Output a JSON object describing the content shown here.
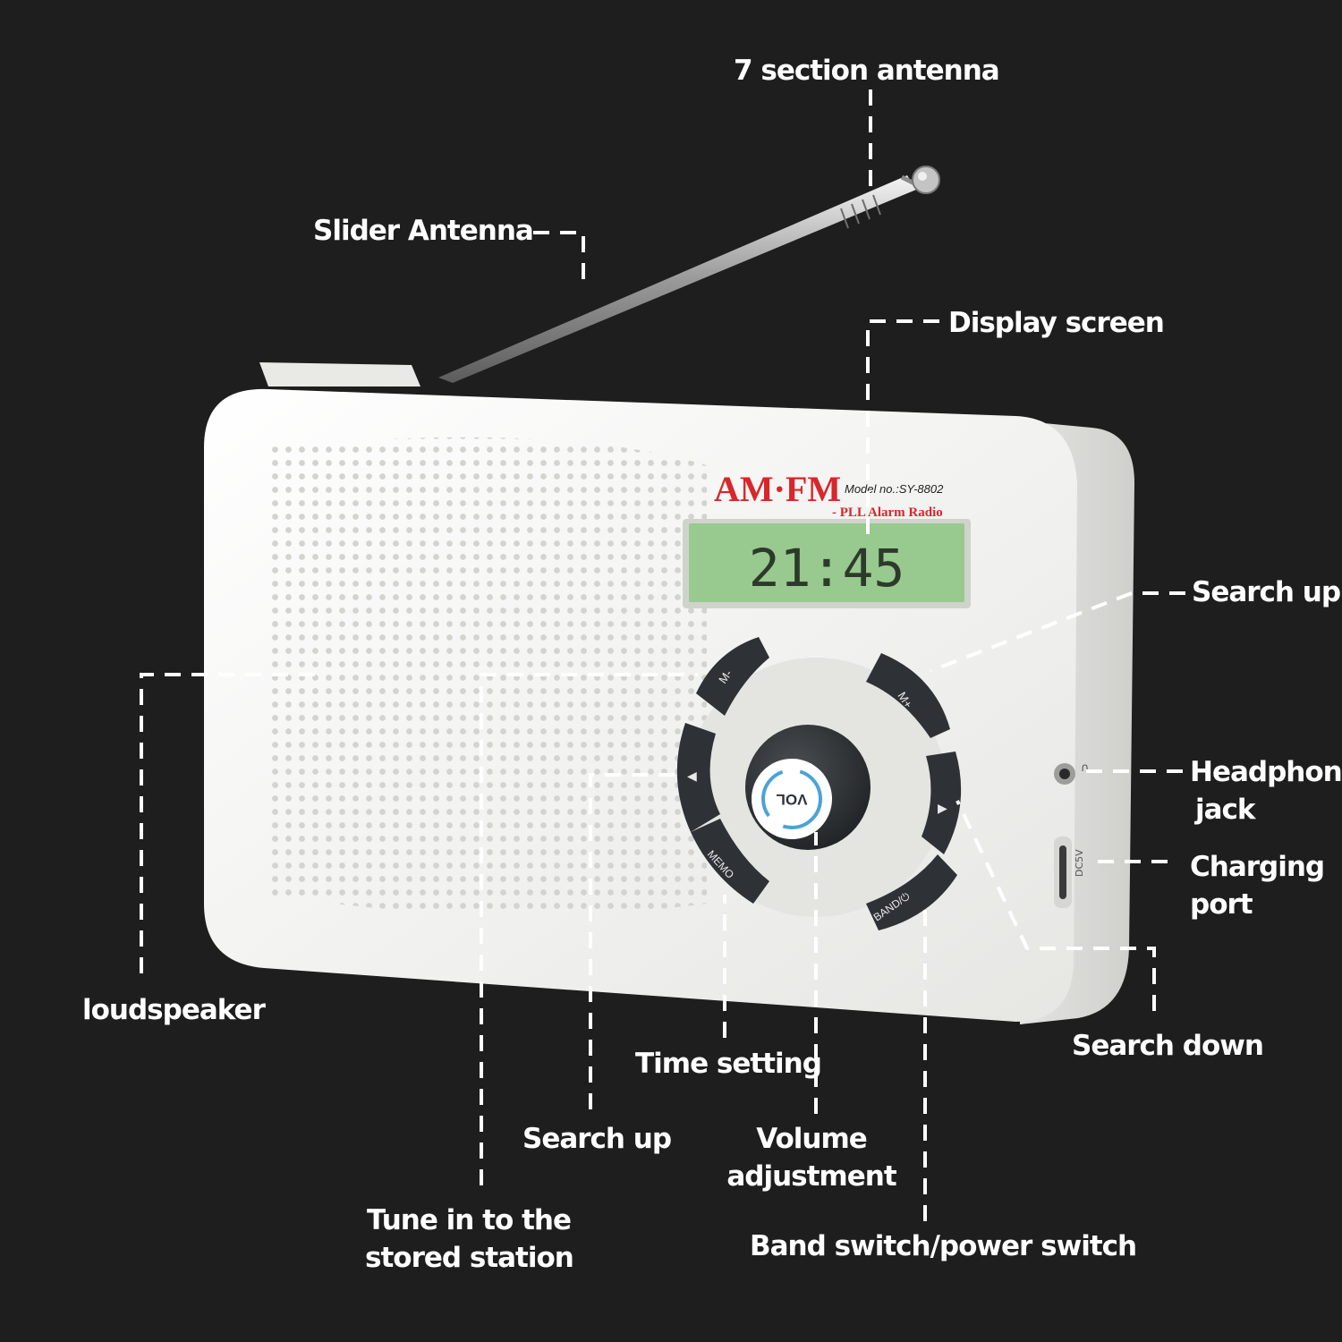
{
  "device": {
    "brand_am": "AM",
    "brand_dot": "·",
    "brand_fm": "FM",
    "model": "Model no.:SY-8802",
    "subtitle": "- PLL Alarm Radio",
    "display_time": "21:45",
    "buttons": {
      "m_minus": "M-",
      "m_plus": "M+",
      "left": "◀",
      "right": "▶",
      "memo": "MEMO",
      "band": "BAND/⏻",
      "vol": "VOL"
    },
    "port_label": "DC5V"
  },
  "callouts": {
    "antenna_7": "7 section antenna",
    "slider_antenna": "Slider Antenna",
    "display_screen": "Display screen",
    "search_up_right": "Search up",
    "headphone_line1": "Headphone",
    "headphone_line2": "jack",
    "charging_line1": "Charging",
    "charging_line2": "port",
    "search_down": "Search down",
    "loudspeaker": "loudspeaker",
    "time_setting": "Time setting",
    "search_up_bottom": "Search up",
    "volume_line1": "Volume",
    "volume_line2": "adjustment",
    "tune_line1": "Tune in to the",
    "tune_line2": "stored station",
    "band_power": "Band switch/power switch"
  },
  "colors": {
    "background": "#1e1e1e",
    "body": "#f1f1ef",
    "brand_red": "#d8262a",
    "lcd": "#98c98f",
    "buttons": "#2e3236",
    "callout_text": "#ffffff"
  }
}
